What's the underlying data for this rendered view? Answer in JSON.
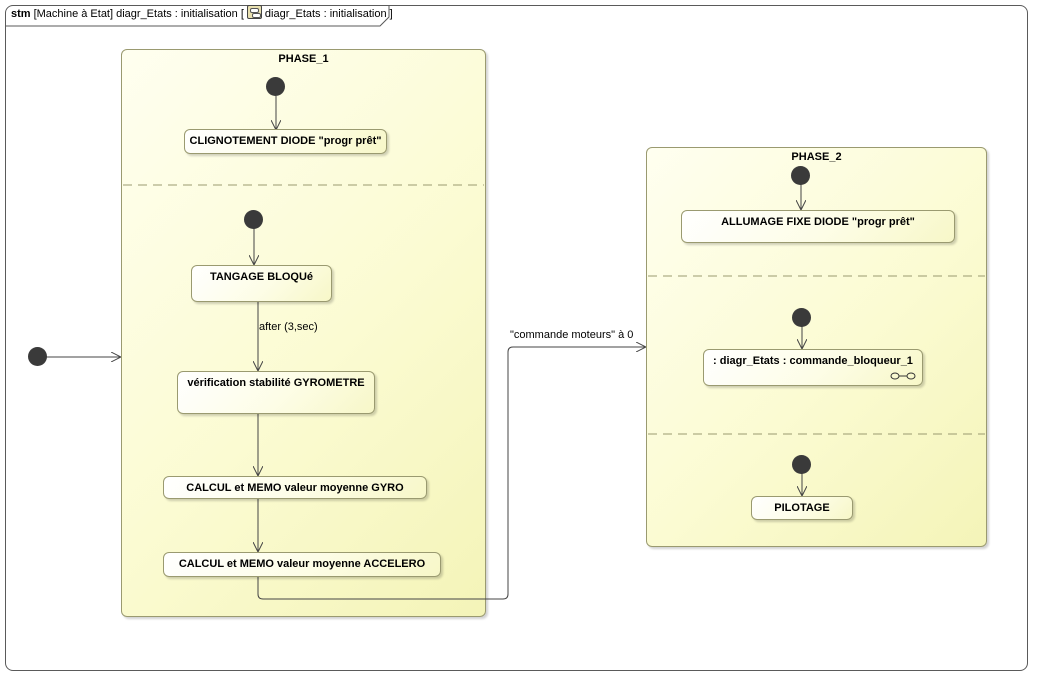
{
  "frame": {
    "keyword": "stm",
    "header_text": "[Machine à Etat] diagr_Etats : initialisation [",
    "header_ref": "diagr_Etats : initialisation",
    "header_close": "]"
  },
  "phase1": {
    "title": "PHASE_1",
    "state_clignotement": "CLIGNOTEMENT DIODE \"progr prêt\"",
    "state_tangage": "TANGAGE BLOQUé",
    "transition_after": "after (3,sec)",
    "state_verification": "vérification stabilité GYROMETRE",
    "state_calcul_gyro": "CALCUL et MEMO valeur moyenne GYRO",
    "state_calcul_accelero": "CALCUL et MEMO valeur moyenne ACCELERO"
  },
  "transition_main": "\"commande moteurs\" à 0",
  "phase2": {
    "title": "PHASE_2",
    "state_allumage": "ALLUMAGE FIXE DIODE \"progr prêt\"",
    "state_submachine": ": diagr_Etats : commande_bloqueur_1",
    "state_pilotage": "PILOTAGE"
  },
  "colors": {
    "state_fill": "#fbfbd2",
    "state_border": "#9a9a70",
    "pseudostate": "#3a3a3a",
    "edge": "#444444",
    "region_divider": "#9a9a70"
  },
  "icons": [
    "composite-state-icon",
    "initial-pseudostate-icon",
    "submachine-link-icon"
  ]
}
